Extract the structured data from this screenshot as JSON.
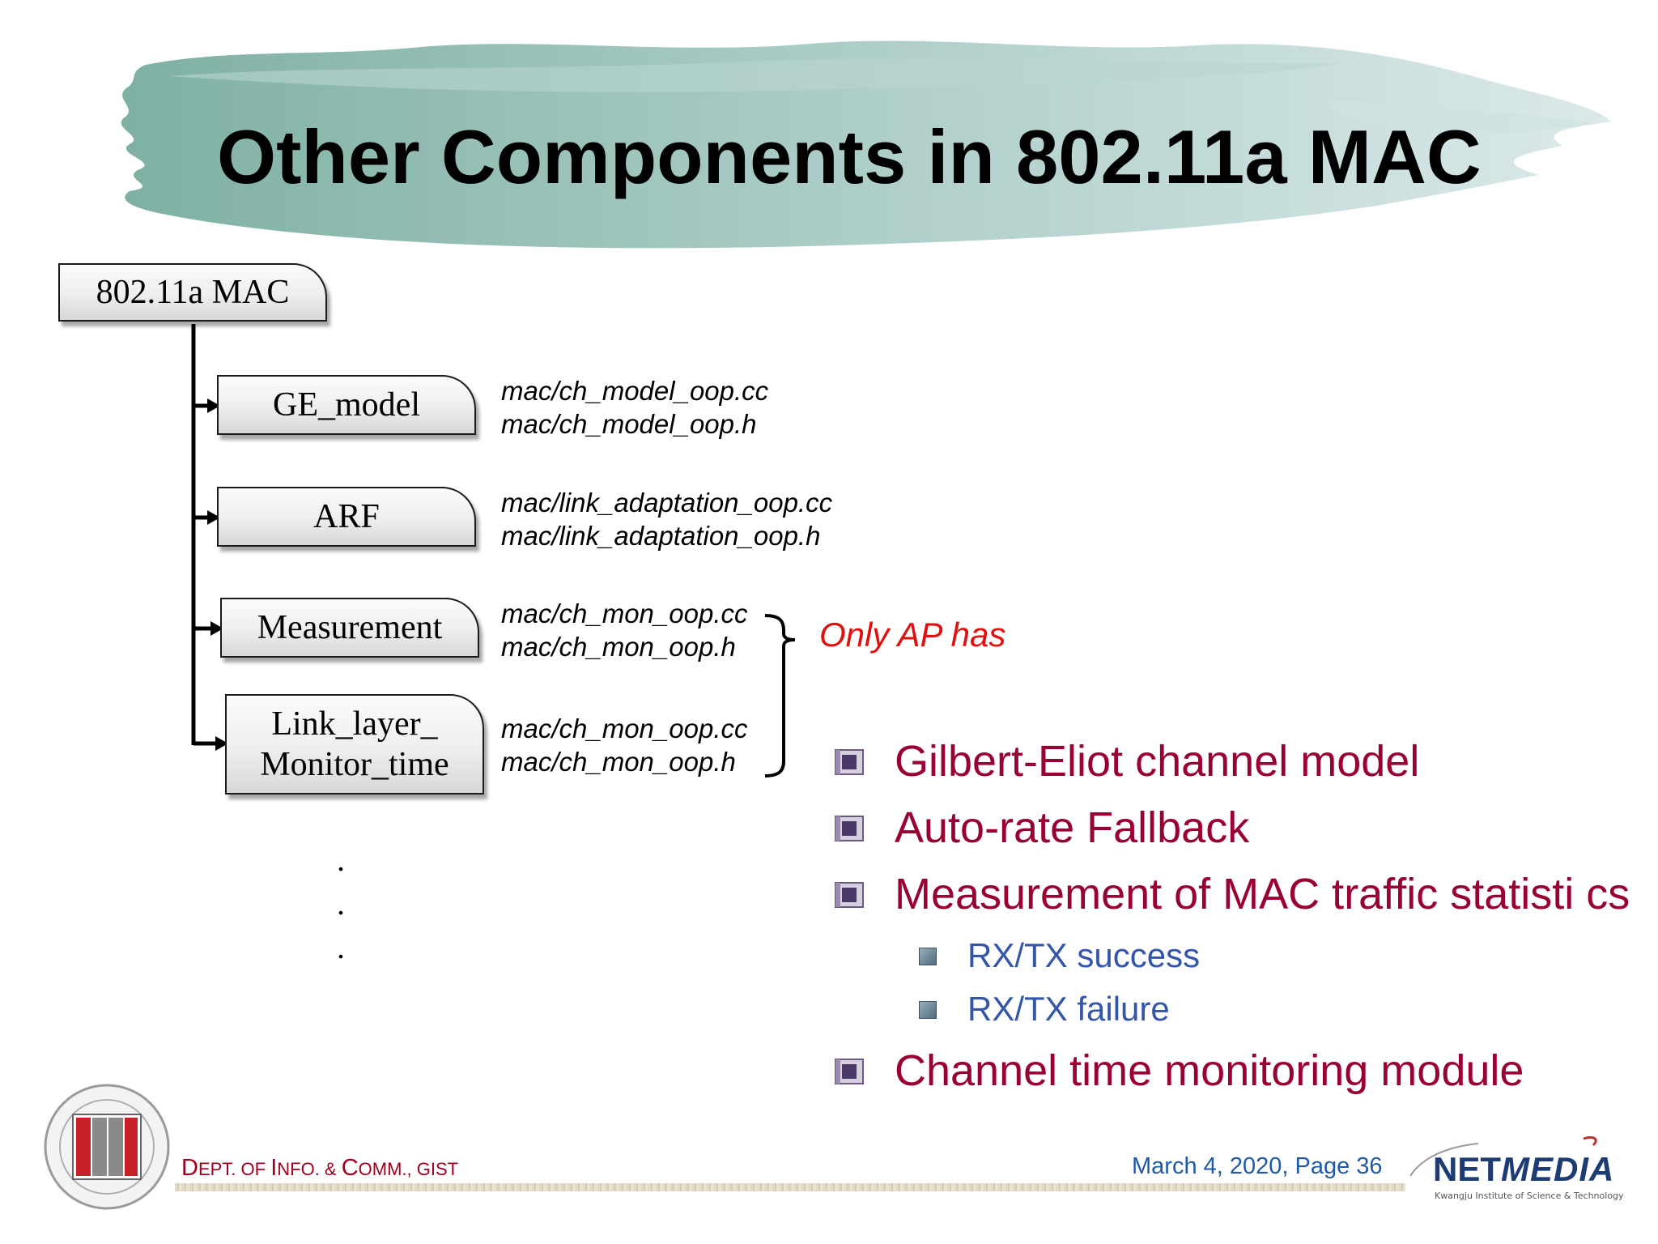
{
  "slide": {
    "title": "Other Components in 802.11a MAC"
  },
  "diagram": {
    "root": "802.11a MAC",
    "nodes": [
      {
        "label": "GE_model",
        "files": [
          "mac/ch_model_oop.cc",
          "mac/ch_model_oop.h"
        ]
      },
      {
        "label": "ARF",
        "files": [
          "mac/link_adaptation_oop.cc",
          "mac/link_adaptation_oop.h"
        ]
      },
      {
        "label": "Measurement",
        "files": [
          "mac/ch_mon_oop.cc",
          "mac/ch_mon_oop.h"
        ]
      },
      {
        "label_lines": [
          "Link_layer_",
          "Monitor_time"
        ],
        "files": [
          "mac/ch_mon_oop.cc",
          "mac/ch_mon_oop.h"
        ]
      }
    ],
    "brace_note": "Only AP has",
    "ellipsis": [
      ".",
      ".",
      "."
    ]
  },
  "bullets": [
    {
      "text": "Gilbert-Eliot channel model"
    },
    {
      "text": "Auto-rate Fallback"
    },
    {
      "text": "Measurement of MAC traffic statisti cs",
      "sub": [
        "RX/TX success",
        "RX/TX failure"
      ]
    },
    {
      "text": "Channel time monitoring module"
    }
  ],
  "footer": {
    "dept_parts": [
      "D",
      "EPT. OF ",
      "I",
      "NFO. & ",
      "C",
      "OMM., GIST"
    ],
    "date_page": "March 4, 2020,  Page  36",
    "logo_text_a": "NET",
    "logo_text_b": "MEDIA",
    "logo_subtitle": "Kwangju Institute of Science & Technology"
  },
  "colors": {
    "title": "#000000",
    "bullet_primary": "#990033",
    "bullet_secondary": "#3355aa",
    "note": "#e01010",
    "footer_left": "#a0001e",
    "footer_right": "#1f5aa8",
    "brush": "#8fb8b0"
  }
}
